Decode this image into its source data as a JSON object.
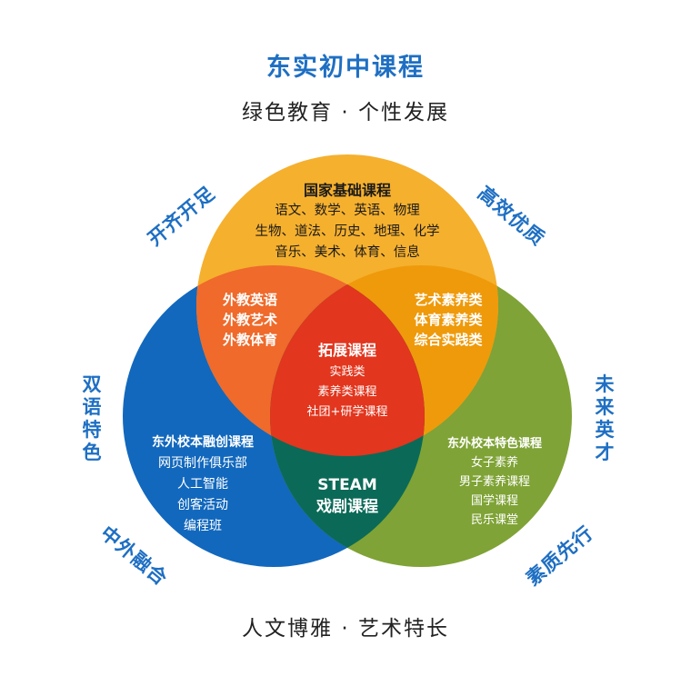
{
  "header": {
    "title": "东实初中课程",
    "subtitle": "绿色教育 · 个性发展"
  },
  "footer": {
    "text": "人文博雅 · 艺术特长"
  },
  "colors": {
    "yellow": "#f5b02e",
    "blue": "#1268bd",
    "green": "#7fa336",
    "orange_overlap": "#ef6a2b",
    "amber_overlap": "#ef9a0b",
    "teal_overlap": "#0a6a57",
    "red_center": "#e2361e",
    "accent_text": "#1e6fc3"
  },
  "side_labels": {
    "top_left": "开齐开足",
    "top_right": "高效优质",
    "left": "双语特色",
    "right": "未来英才",
    "bottom_left": "中外融合",
    "bottom_right": "素质先行"
  },
  "circles": {
    "top": {
      "heading": "国家基础课程",
      "lines": [
        "语文、数学、英语、物理",
        "生物、道法、历史、地理、化学",
        "音乐、美术、体育、信息"
      ]
    },
    "left": {
      "heading": "东外校本融创课程",
      "lines": [
        "网页制作俱乐部",
        "人工智能",
        "创客活动",
        "编程班"
      ]
    },
    "right": {
      "heading": "东外校本特色课程",
      "lines": [
        "女子素养",
        "男子素养课程",
        "国学课程",
        "民乐课堂"
      ]
    }
  },
  "overlaps": {
    "top_left": {
      "lines": [
        "外教英语",
        "外教艺术",
        "外教体育"
      ]
    },
    "top_right": {
      "lines": [
        "艺术素养类",
        "体育素养类",
        "综合实践类"
      ]
    },
    "bottom": {
      "lines": [
        "STEAM",
        "戏剧课程"
      ]
    },
    "center": {
      "heading": "拓展课程",
      "lines": [
        "实践类",
        "素养类课程",
        "社团+研学课程"
      ]
    }
  }
}
